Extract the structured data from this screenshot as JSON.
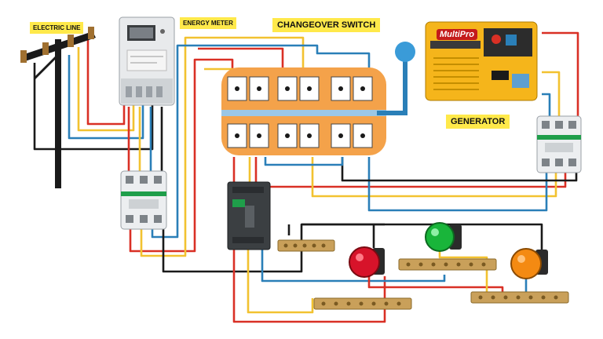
{
  "labels": {
    "electric_line": "ELECTRIC LINE",
    "energy_meter": "ENERGY METER",
    "changeover_switch": "CHANGEOVER SWITCH",
    "generator": "GENERATOR"
  },
  "generator_brand": "MultiPro",
  "colors": {
    "wire_red": "#d93025",
    "wire_yellow": "#f2c230",
    "wire_blue": "#2a7fb8",
    "wire_black": "#1a1a1a",
    "switch_body": "#f4a24a",
    "generator_body": "#f5b51b",
    "indicator_red": "#d7132a",
    "indicator_green": "#19b53a",
    "indicator_orange": "#f48a12",
    "label_bg": "#ffe94a"
  },
  "components": [
    {
      "name": "electric-line-pole",
      "icon": "utility-pole-icon"
    },
    {
      "name": "energy-meter",
      "icon": "meter-icon"
    },
    {
      "name": "changeover-switch",
      "icon": "switch-icon"
    },
    {
      "name": "generator",
      "icon": "generator-icon"
    },
    {
      "name": "main-breaker",
      "icon": "breaker-icon"
    },
    {
      "name": "generator-breaker",
      "icon": "breaker-icon"
    },
    {
      "name": "mccb-breaker",
      "icon": "mccb-icon"
    },
    {
      "name": "indicator-lamps",
      "icon": "indicator-lamp-icon"
    },
    {
      "name": "busbars",
      "icon": "busbar-icon"
    }
  ]
}
